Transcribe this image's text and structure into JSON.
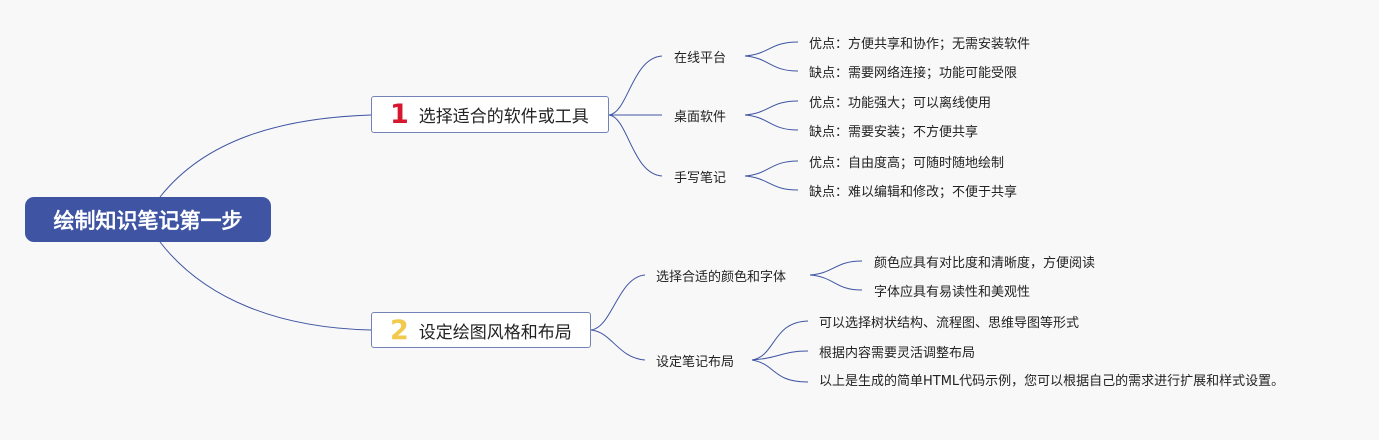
{
  "root": {
    "title": "绘制知识笔记第一步"
  },
  "branches": [
    {
      "number": "1",
      "label": "选择适合的软件或工具",
      "children": [
        {
          "label": "在线平台",
          "leaves": [
            "优点：方便共享和协作；无需安装软件",
            "缺点：需要网络连接；功能可能受限"
          ]
        },
        {
          "label": "桌面软件",
          "leaves": [
            "优点：功能强大；可以离线使用",
            "缺点：需要安装；不方便共享"
          ]
        },
        {
          "label": "手写笔记",
          "leaves": [
            "优点：自由度高；可随时随地绘制",
            "缺点：难以编辑和修改；不便于共享"
          ]
        }
      ]
    },
    {
      "number": "2",
      "label": "设定绘图风格和布局",
      "children": [
        {
          "label": "选择合适的颜色和字体",
          "leaves": [
            "颜色应具有对比度和清晰度，方便阅读",
            "字体应具有易读性和美观性"
          ]
        },
        {
          "label": "设定笔记布局",
          "leaves": [
            "可以选择树状结构、流程图、思维导图等形式",
            "根据内容需要灵活调整布局",
            "以上是生成的简单HTML代码示例，您可以根据自己的需求进行扩展和样式设置。"
          ]
        }
      ]
    }
  ],
  "colors": {
    "root_bg": "#3f55a3",
    "line": "#3f55a3",
    "branch_border": "#7383b8",
    "number_1": "#d6172d",
    "number_2": "#f2c94c"
  }
}
